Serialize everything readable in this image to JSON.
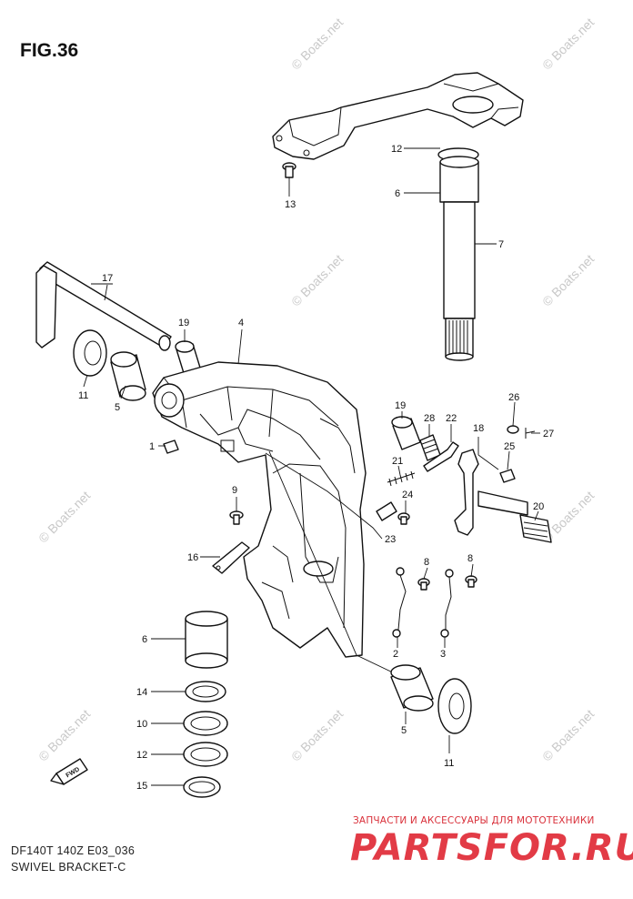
{
  "figure": {
    "title": "FIG.36",
    "model_code": "DF140T 140Z E03_036",
    "section_name": "SWIVEL BRACKET-C"
  },
  "watermark": {
    "text": "© Boats.net"
  },
  "promo": {
    "tagline": "ЗАПЧАСТИ И АКСЕССУАРЫ ДЛЯ МОТОТЕХНИКИ",
    "brand": "PARTSFOR.RU",
    "color": "#e23b46"
  },
  "fwd_marker": {
    "label": "FWD"
  },
  "callouts": [
    "12",
    "6",
    "7",
    "13",
    "17",
    "19",
    "4",
    "11",
    "5",
    "1",
    "9",
    "16",
    "19",
    "28",
    "22",
    "26",
    "27",
    "18",
    "25",
    "21",
    "24",
    "23",
    "20",
    "8",
    "8",
    "2",
    "3",
    "6",
    "14",
    "10",
    "12",
    "15",
    "5",
    "11"
  ]
}
